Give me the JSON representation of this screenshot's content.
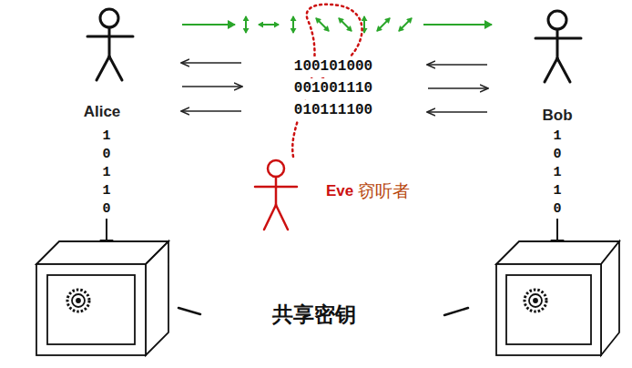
{
  "diagram": {
    "labels": [
      "Alice",
      "Bob",
      "100101000",
      "001001110",
      "010111100",
      "Eve",
      "窃听者",
      "10110",
      "10110",
      "共享密钥"
    ]
  }
}
